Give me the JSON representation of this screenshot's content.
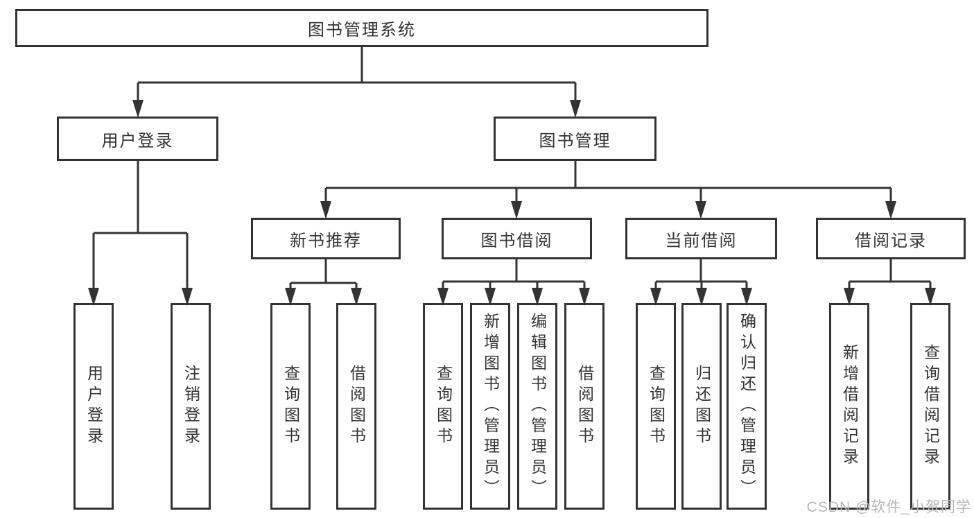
{
  "nodes": {
    "root": {
      "label": "图书管理系统"
    },
    "level2": [
      {
        "label": "用户登录"
      },
      {
        "label": "图书管理"
      }
    ],
    "level3": [
      {
        "label": "新书推荐"
      },
      {
        "label": "图书借阅"
      },
      {
        "label": "当前借阅"
      },
      {
        "label": "借阅记录"
      }
    ],
    "leaves": {
      "user_login": [
        "用户登录",
        "注销登录"
      ],
      "new_book_recommend": [
        "查询图书",
        "借阅图书"
      ],
      "book_borrow": [
        "查询图书",
        "新增图书（管理员）",
        "编辑图书（管理员）",
        "借阅图书"
      ],
      "current_borrow": [
        "查询图书",
        "归还图书",
        "确认归还（管理员）"
      ],
      "borrow_records": [
        "新增借阅记录",
        "查询借阅记录"
      ]
    }
  },
  "watermark": {
    "text": "CSDN @软件_小贺同学"
  },
  "colors": {
    "line": "#333333",
    "box_border": "#333333",
    "text": "#333333",
    "watermark": "#b8b8b8",
    "background": "#ffffff"
  }
}
